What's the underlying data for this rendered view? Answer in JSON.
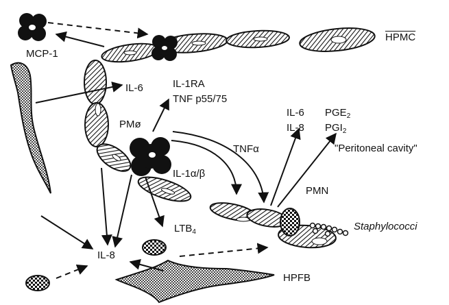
{
  "labels": {
    "mcp1": "MCP-1",
    "hpmc": "HPMC",
    "il6_mesothelial": "IL-6",
    "il1ra": "IL-1RA",
    "tnf_p55": "TNF p55/75",
    "pm": "PMø",
    "il6_cavity": "IL-6",
    "il8_cavity": "IL-8",
    "pge_base": "PGE",
    "pge_sub": "2",
    "pgi_base": "PGI",
    "pgi_sub": "2",
    "peritoneal_cavity": "\"Peritoneal cavity\"",
    "tnf_alpha": "TNFα",
    "il1_ab": "IL-1α/β",
    "pmn": "PMN",
    "staphylococci": "Staphylococci",
    "ltb_base": "LTB",
    "ltb_sub": "4",
    "il8_bottom": "IL-8",
    "hpfb": "HPFB"
  },
  "colors": {
    "ink": "#111111",
    "background": "#ffffff"
  }
}
